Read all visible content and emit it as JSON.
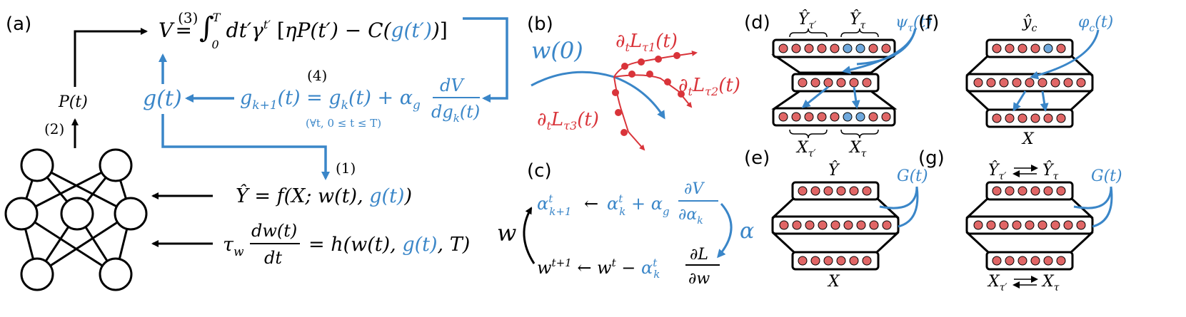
{
  "panels": {
    "a": "(a)",
    "b": "(b)",
    "c": "(c)",
    "d": "(d)",
    "e": "(e)",
    "f": "(f)",
    "g": "(g)"
  },
  "panel_a": {
    "value_eq": "V =(3) ∫₀ᵀ dt′γ^t′ [ηP(t′) − C(g(t′))]",
    "eq3_num": "(3)",
    "eq4_num": "(4)",
    "eq1_num": "(1)",
    "eq2_num": "(2)",
    "perf": "P(t)",
    "g_t": "g(t)",
    "update_eq": "g_{k+1}(t) = g_k(t) + α_g dV/dg_k(t)",
    "update_cond": "(∀t,  0 ≤ t ≤ T)",
    "output_eq": "Ŷ = f(X; w(t), g(t))",
    "dyn_eq": "τ_w dw(t)/dt = h(w(t), g(t), T)"
  },
  "panel_b": {
    "w0": "w(0)",
    "l1": "∂tLτ1(t)",
    "l2": "∂tLτ2(t)",
    "l3": "∂tLτ3(t)"
  },
  "panel_c": {
    "w": "w",
    "alpha": "α",
    "alpha_eq": "α^t_{k+1} ← α^t_k + α_g ∂V/∂α_k",
    "w_eq": "w^{t+1} ← w^t − α^t_k ∂L/∂w"
  },
  "panel_d": {
    "y_tp": "Ŷτ′",
    "y_t": "Ŷτ",
    "psi": "ψτ(t)",
    "x_tp": "Xτ′",
    "x_t": "Xτ"
  },
  "panel_e": {
    "y": "Ŷ",
    "G": "G(t)",
    "x": "X"
  },
  "panel_f": {
    "y_c": "ŷc",
    "phi": "φc(t)",
    "x": "X"
  },
  "panel_g": {
    "y_tp": "Ŷτ′",
    "y_t": "Ŷτ",
    "G": "G(t)",
    "x_tp": "Xτ′",
    "x_t": "Xτ"
  },
  "colors": {
    "blue": "#3a86c8",
    "red": "#d9343a",
    "node_red": "#e06666",
    "node_blue": "#6fa8dc"
  }
}
